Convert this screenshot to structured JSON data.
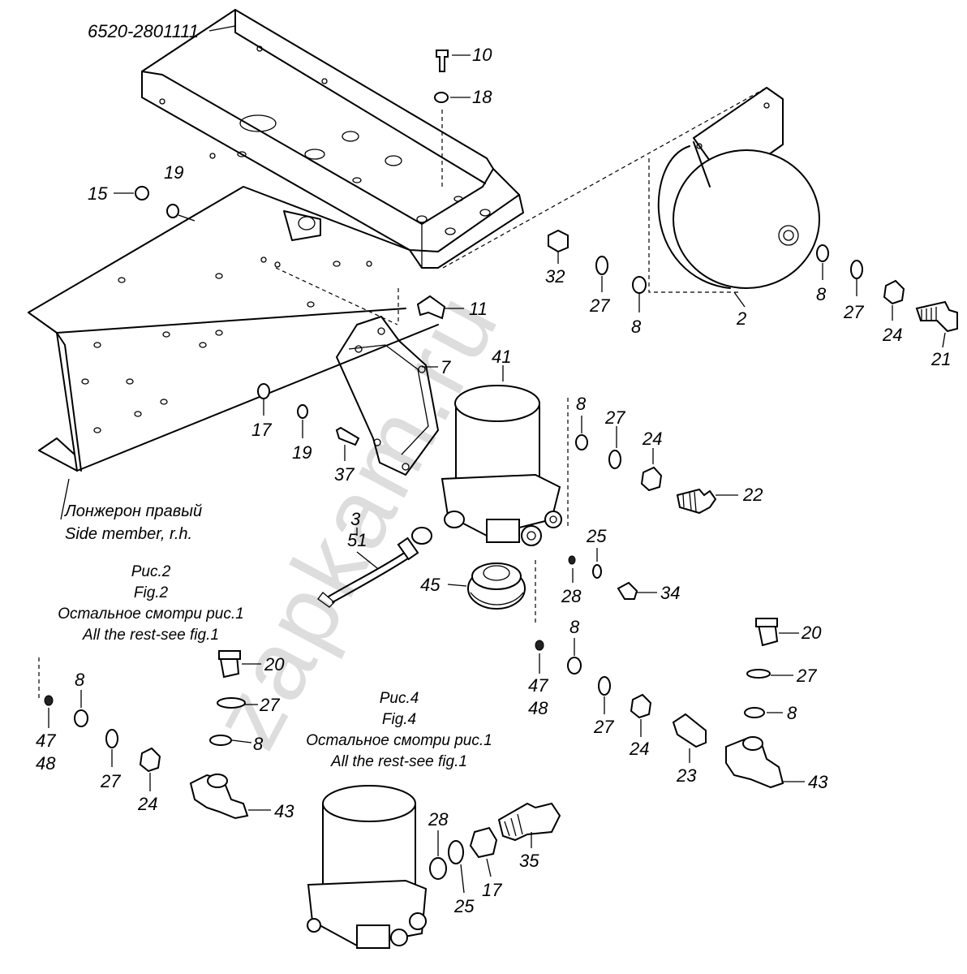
{
  "header_part_number": "6520-2801111",
  "watermark": "zapkam.ru",
  "callouts": {
    "c10": "10",
    "c18": "18",
    "c15": "15",
    "c19a": "19",
    "c32": "32",
    "c27a": "27",
    "c8a": "8",
    "c2": "2",
    "c8b": "8",
    "c27b": "27",
    "c24a": "24",
    "c21": "21",
    "c11": "11",
    "c7": "7",
    "c41": "41",
    "c17a": "17",
    "c19b": "19",
    "c37": "37",
    "c8c": "8",
    "c27c": "27",
    "c24b": "24",
    "c22": "22",
    "c3": "3",
    "c51": "51",
    "c25a": "25",
    "c45": "45",
    "c28a": "28",
    "c34": "34",
    "c8d": "8",
    "c20a": "20",
    "c27d": "27",
    "c8e": "8",
    "c20b": "20",
    "c27e": "27",
    "c8f": "8",
    "c47a": "47",
    "c48a": "48",
    "c27f": "27",
    "c24c": "24",
    "c23": "23",
    "c43a": "43",
    "c47b": "47",
    "c48b": "48",
    "c8g": "8",
    "c27g": "27",
    "c24d": "24",
    "c43b": "43",
    "c28b": "28",
    "c25b": "25",
    "c17b": "17",
    "c35": "35"
  },
  "captions": {
    "side_member_ru": "Лонжерон правый",
    "side_member_en": "Side member, r.h.",
    "fig2_ru": "Рис.2",
    "fig2_en": "Fig.2",
    "fig2_note_ru": "Остальное смотри рис.1",
    "fig2_note_en": "All the rest-see fig.1",
    "fig4_ru": "Рис.4",
    "fig4_en": "Fig.4",
    "fig4_note_ru": "Остальное смотри рис.1",
    "fig4_note_en": "All the rest-see fig.1"
  }
}
